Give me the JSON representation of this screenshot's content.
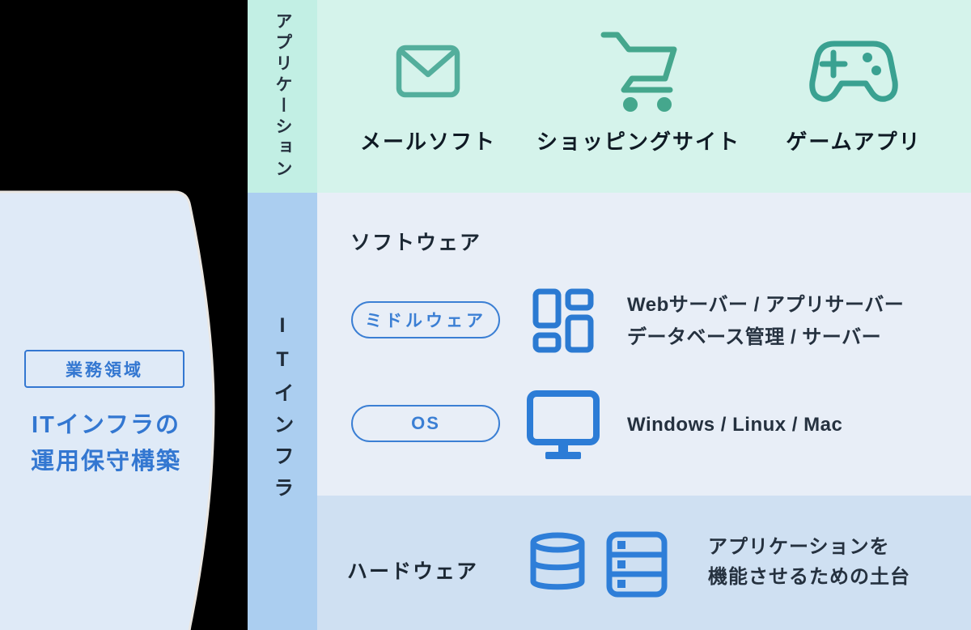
{
  "colors": {
    "background": "#000000",
    "bubble_fill": "#dfeaf7",
    "bubble_outline": "#eae7e3",
    "accent_blue": "#3377d1",
    "icon_blue": "#2c7cd6",
    "icon_teal": "#47a791",
    "strip_mint": "#c2efe4",
    "strip_blue": "#abcef0",
    "app_bg": "#d5f3eb",
    "software_bg": "#e8eef7",
    "hardware_bg": "#cfe0f2",
    "ink_dark": "#0f1a24",
    "ink": "#25313f"
  },
  "left_panel": {
    "badge": "業務領域",
    "title_line1": "ITインフラの",
    "title_line2": "運用保守構築"
  },
  "axis": {
    "application_label": "アプリケーション",
    "infra_label": "ITインフラ"
  },
  "application_section": {
    "items": [
      {
        "icon": "mail-icon",
        "label": "メールソフト"
      },
      {
        "icon": "shopping-cart-icon",
        "label": "ショッピングサイト"
      },
      {
        "icon": "gamepad-icon",
        "label": "ゲームアプリ"
      }
    ]
  },
  "software_section": {
    "heading": "ソフトウェア",
    "rows": [
      {
        "pill": "ミドルウェア",
        "icon": "middleware-dashboard-icon",
        "line1": "Webサーバー / アプリサーバー",
        "line2": "データベース管理 / サーバー"
      },
      {
        "pill": "OS",
        "icon": "monitor-icon",
        "line1": "Windows / Linux / Mac"
      }
    ]
  },
  "hardware_section": {
    "heading": "ハードウェア",
    "icons": [
      "database-icon",
      "server-icon"
    ],
    "line1": "アプリケーションを",
    "line2": "機能させるための土台"
  }
}
